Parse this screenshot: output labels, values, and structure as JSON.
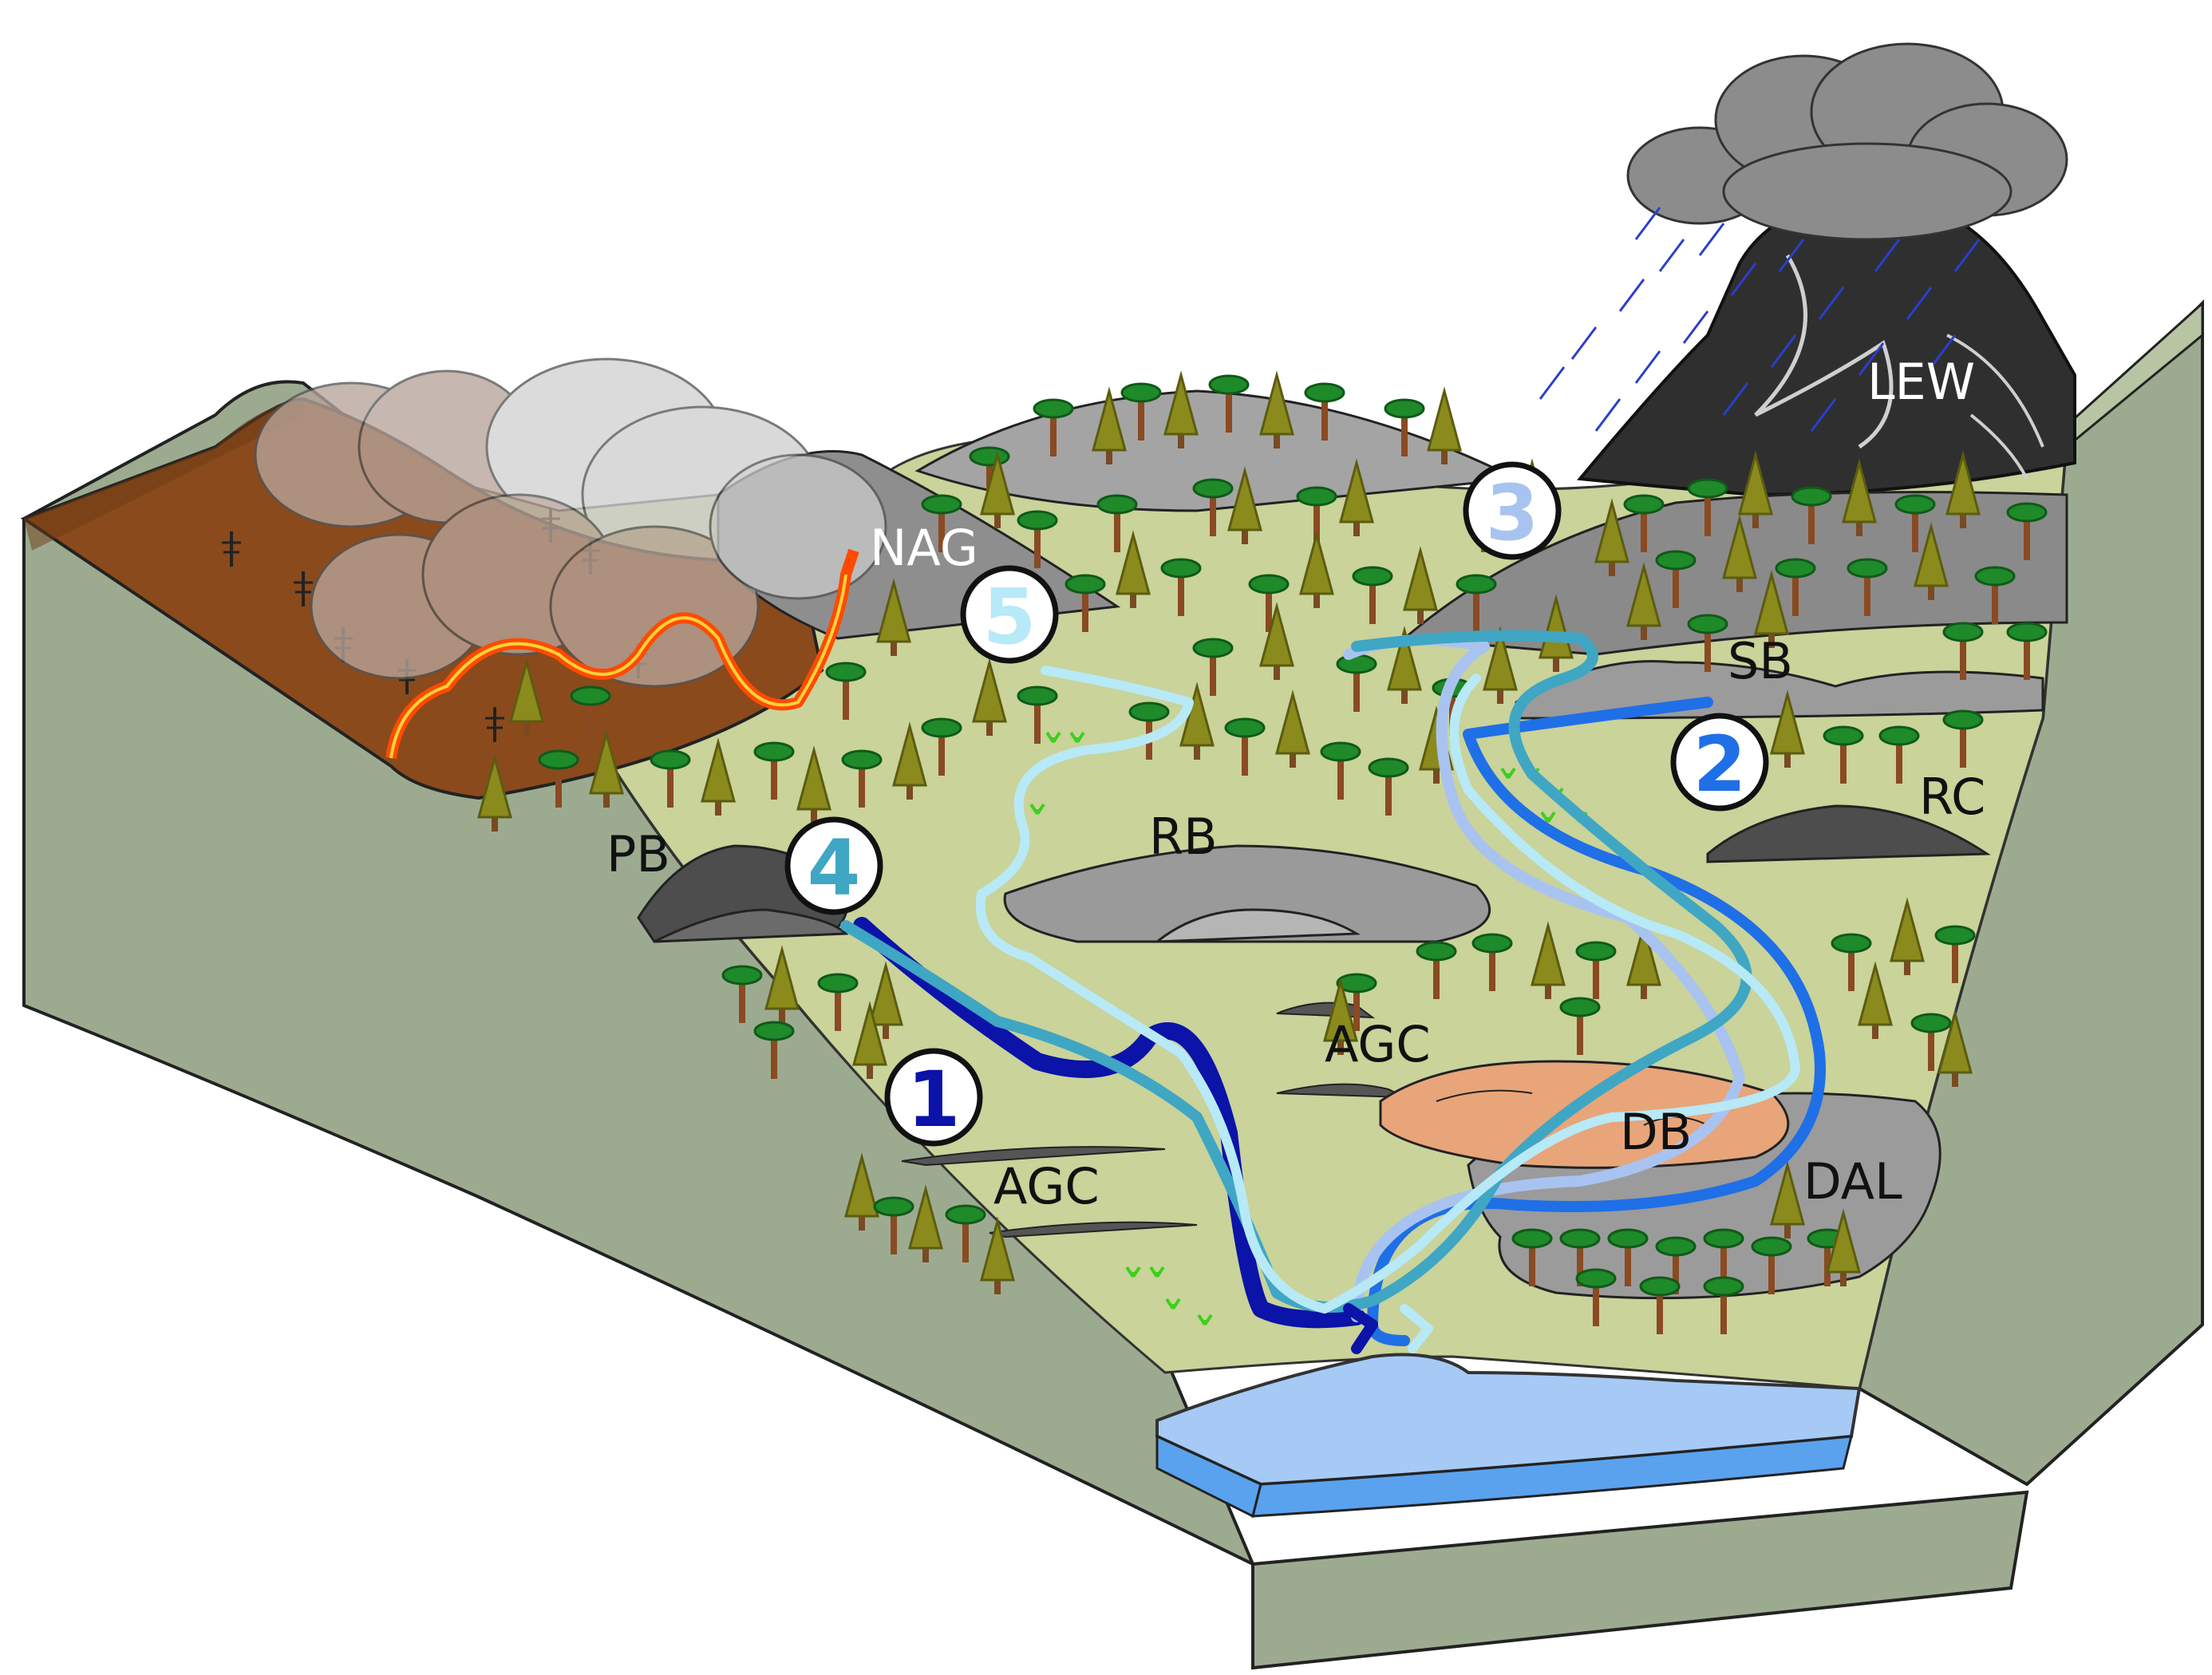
{
  "labels": {
    "nag": "NAG",
    "lew": "LEW",
    "sb": "SB",
    "rc": "RC",
    "pb": "PB",
    "rb": "RB",
    "agc_upper": "AGC",
    "agc_lower": "AGC",
    "db": "DB",
    "dal": "DAL"
  },
  "markers": [
    {
      "label": "1",
      "color": "#0b13a8"
    },
    {
      "label": "2",
      "color": "#1f6fe6"
    },
    {
      "label": "3",
      "color": "#a9c3f0"
    },
    {
      "label": "4",
      "color": "#3fa6c4"
    },
    {
      "label": "5",
      "color": "#b7e9f7"
    }
  ],
  "colors": {
    "ground": "#9cab90",
    "valley": "#c9d39a",
    "soil_burnt": "#8a4a1c",
    "water": "#a6caf5",
    "water_edge": "#5aa2ee",
    "rock_dark": "#4a4a4a",
    "rock_mid": "#8e8e8e",
    "rock_light": "#b5b5b5",
    "fire": "#ff4a00",
    "rain": "#2a3fcc"
  }
}
